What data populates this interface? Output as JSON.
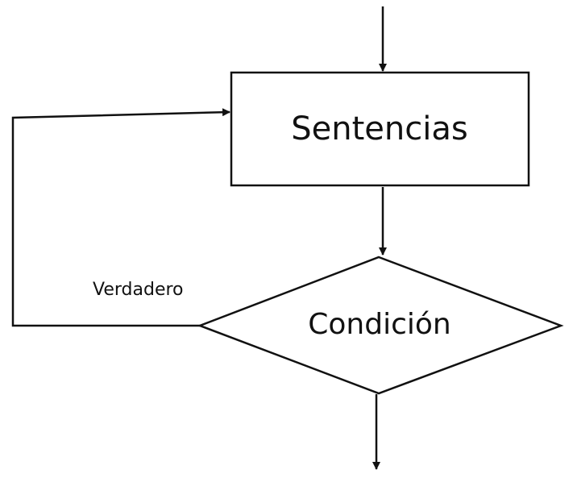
{
  "diagram": {
    "type": "flowchart",
    "nodes": {
      "process": {
        "label": "Sentencias",
        "shape": "rectangle"
      },
      "decision": {
        "label": "Condición",
        "shape": "diamond"
      }
    },
    "edges": {
      "loop_back_label": "Verdadero"
    }
  },
  "colors": {
    "stroke": "#111111",
    "background": "#ffffff"
  }
}
